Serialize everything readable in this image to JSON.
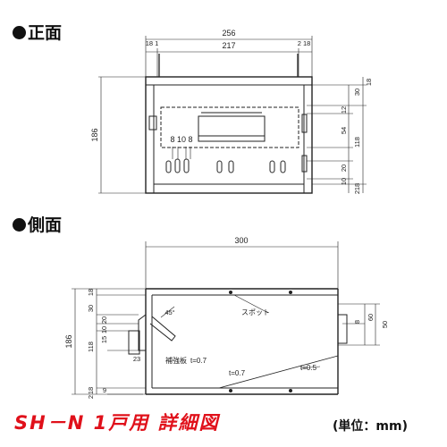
{
  "headings": {
    "front": "正面",
    "side": "側面"
  },
  "title": "SH－N 1戸用 詳細図",
  "unit": "(単位：mm)",
  "front": {
    "overall_width": "256",
    "inner_width": "217",
    "left_edge": "18 1",
    "right_edge": "2 18",
    "height": "186",
    "hole_spacing": "8 10 8",
    "right_dims": [
      "30",
      "18",
      "12",
      "54",
      "118",
      "20",
      "10",
      "18",
      "2"
    ]
  },
  "side": {
    "overall_depth": "300",
    "height": "186",
    "left_dims": [
      "18",
      "30",
      "15",
      "10",
      "20",
      "118",
      "18",
      "2"
    ],
    "depth_23": "23",
    "depth_9": "9",
    "angle": "45°",
    "spot_label": "スポット",
    "bracket_label": "補強板",
    "bracket_thickness": "t=0.7",
    "plate_thickness": "t=0.7",
    "shelf_thickness": "t=0.5",
    "right_dims": [
      "8",
      "60",
      "50"
    ]
  }
}
